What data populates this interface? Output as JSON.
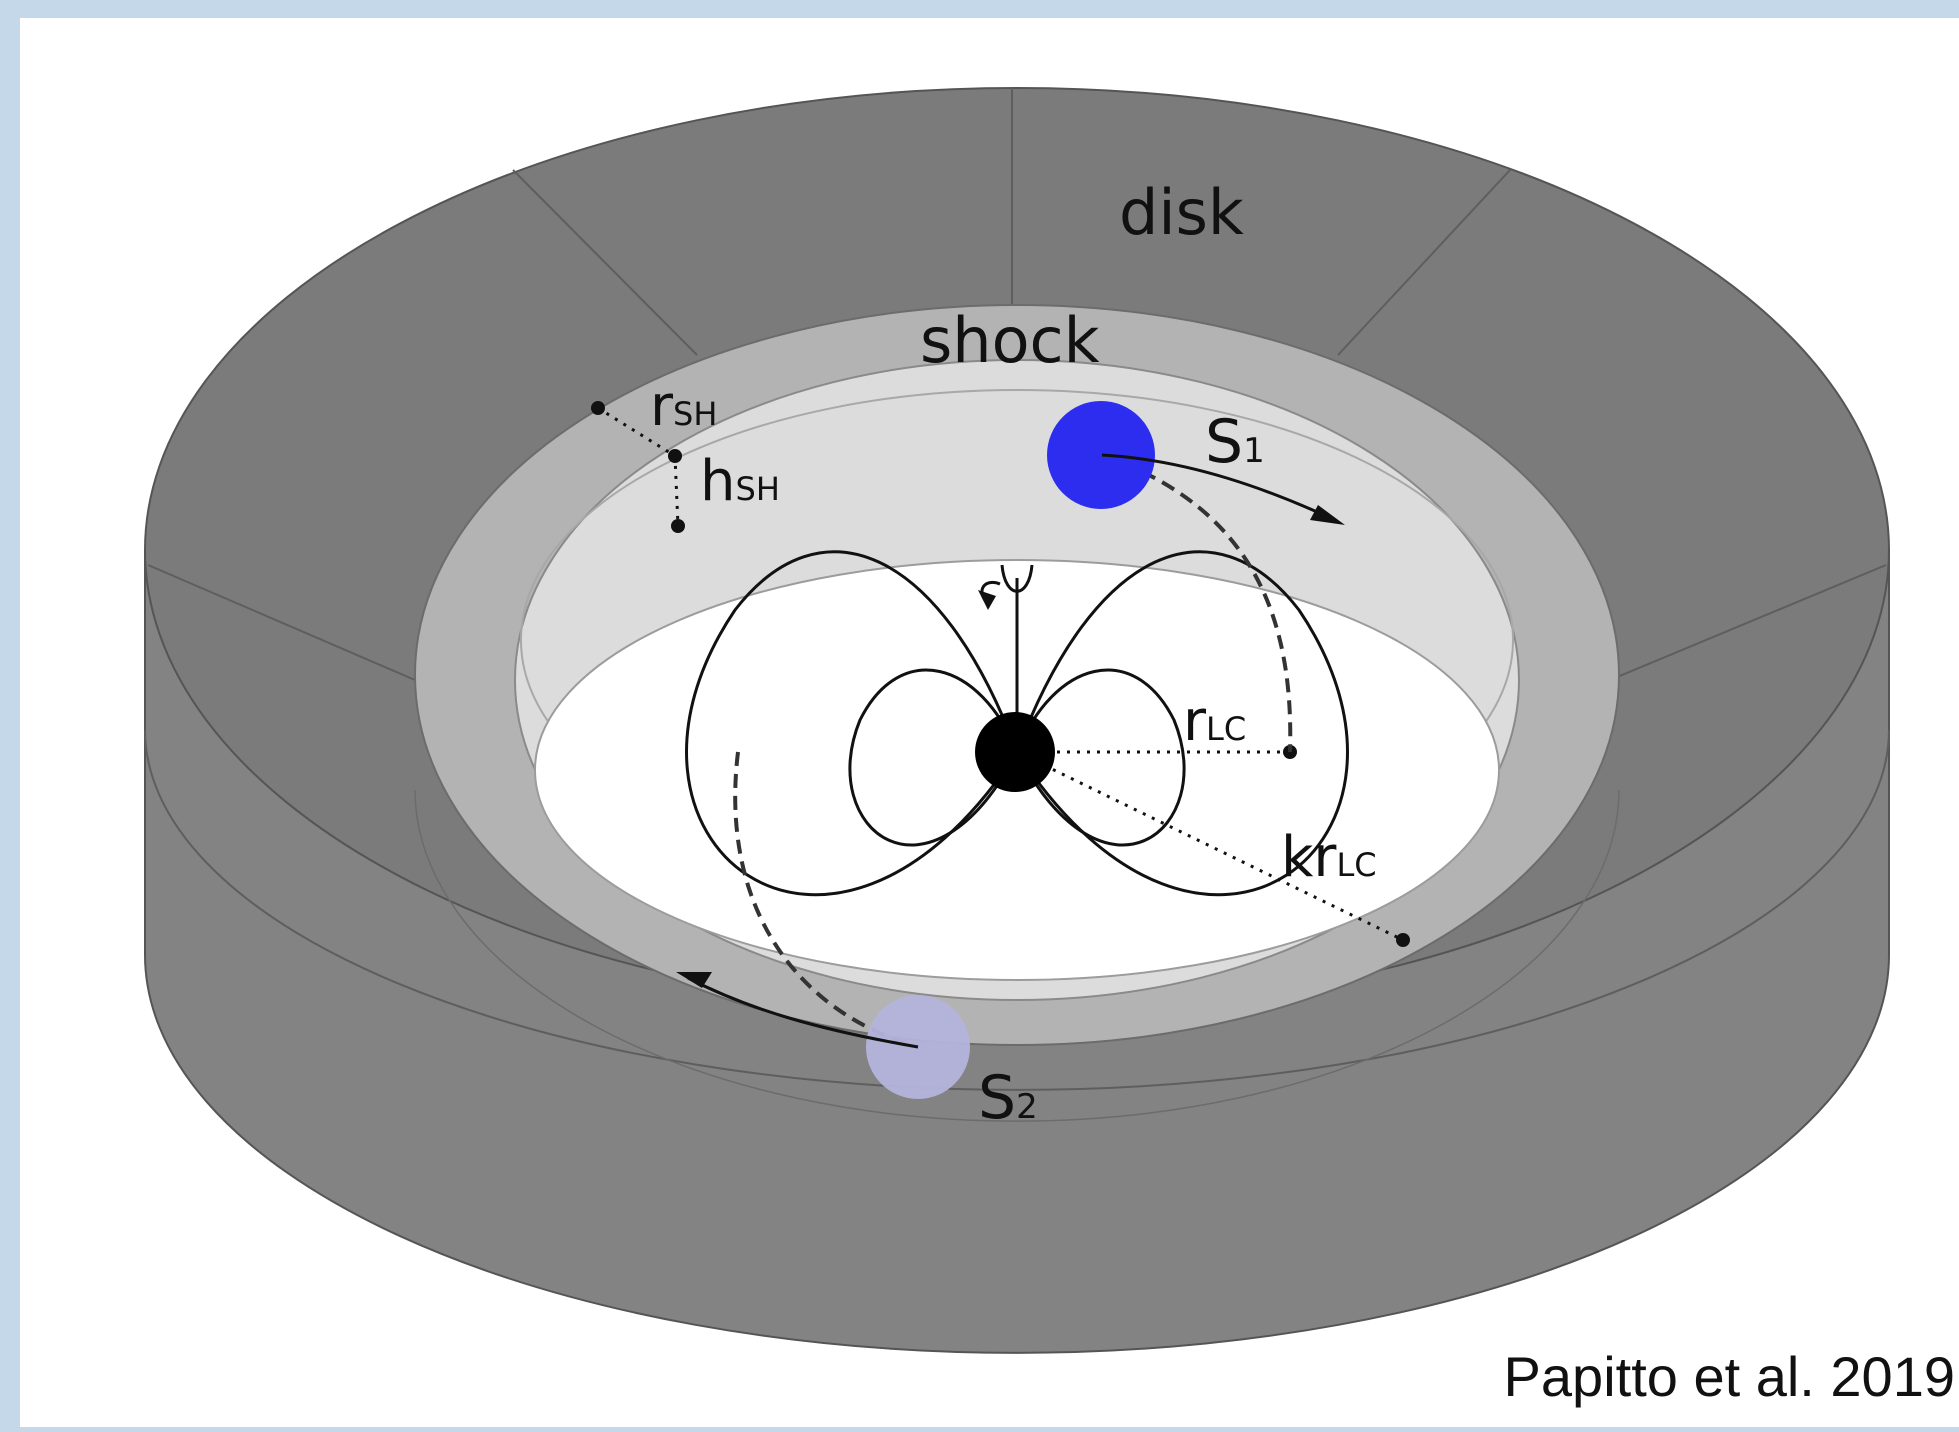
{
  "labels": {
    "disk": "disk",
    "shock": "shock",
    "r_sh": {
      "main": "r",
      "sub": "SH"
    },
    "h_sh": {
      "main": "h",
      "sub": "SH"
    },
    "s1": {
      "main": "S",
      "sub": "1"
    },
    "s2": {
      "main": "S",
      "sub": "2"
    },
    "r_lc": {
      "main": "r",
      "sub": "LC"
    },
    "kr_lc": {
      "main": "kr",
      "sub": "LC"
    }
  },
  "credit": "Papitto et al. 2019",
  "colors": {
    "background": "#c4d8ea",
    "panel": "#ffffff",
    "disk_top": "#7b7b7b",
    "disk_side": "#838383",
    "shock": "#b3b3b3",
    "inner_wall": "#dcdcdc",
    "s1": "#2d2df0",
    "s2": "#b4b4dc"
  }
}
